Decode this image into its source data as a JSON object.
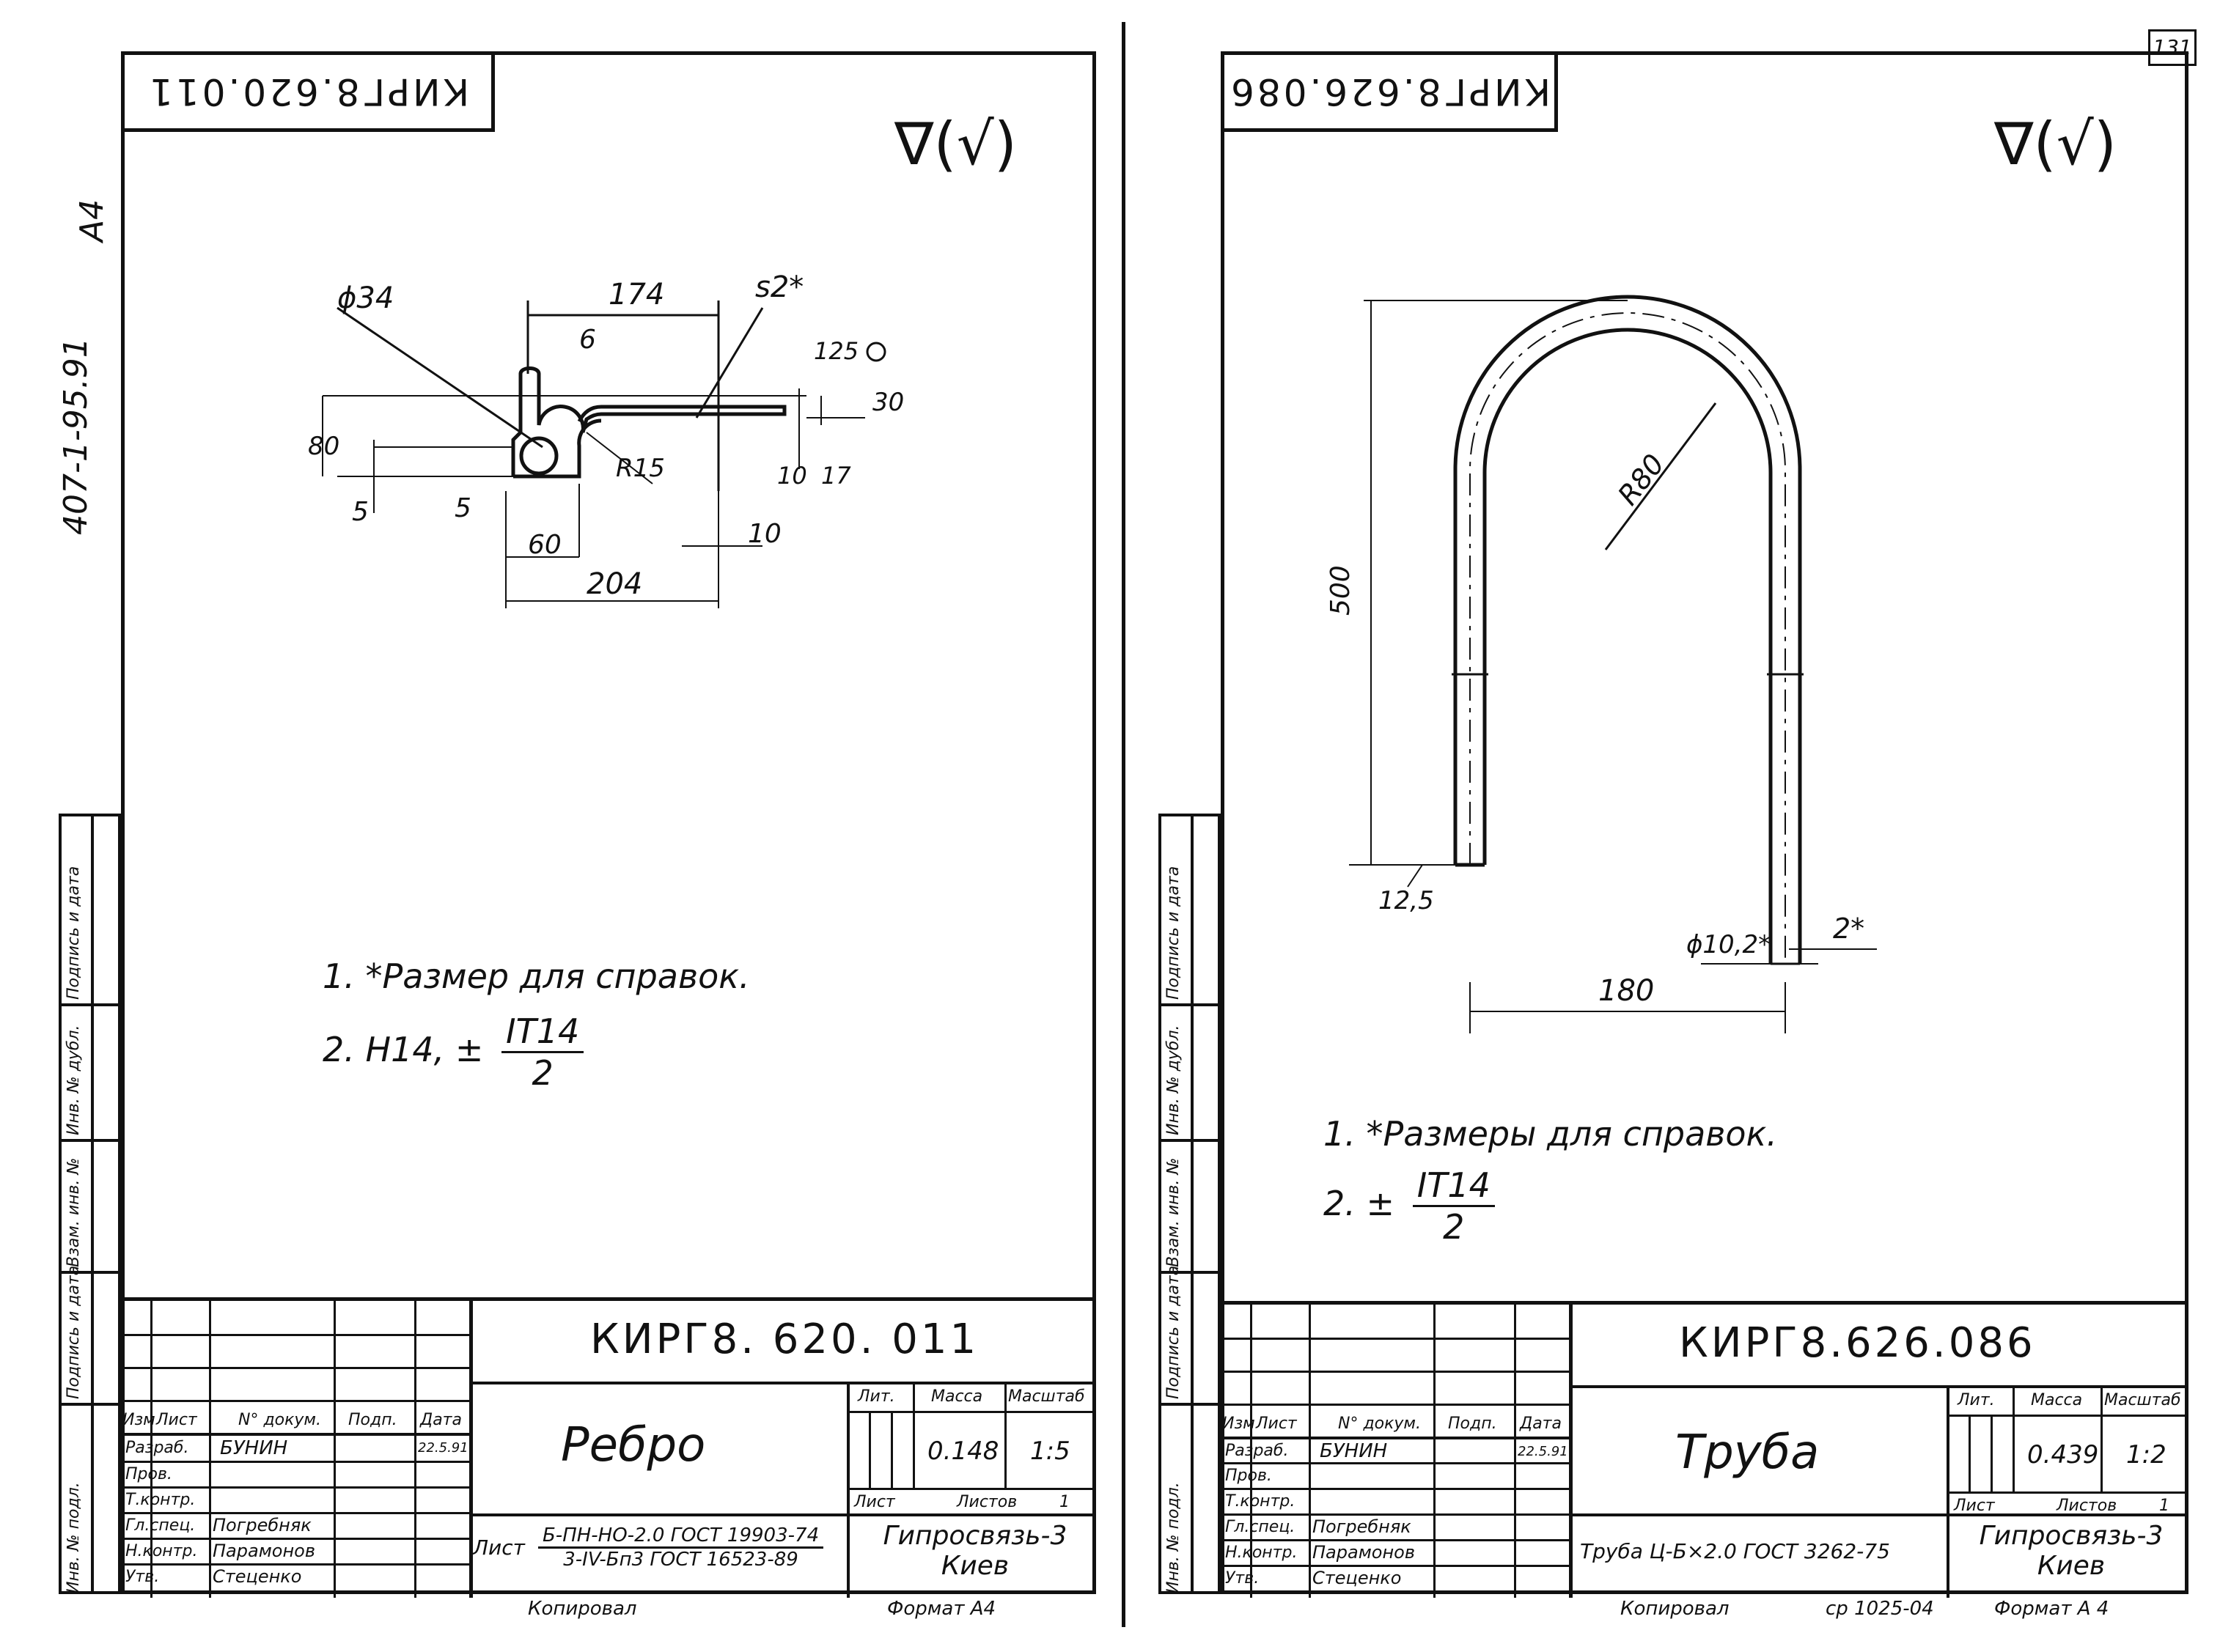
{
  "corner_page_number": "131",
  "side_doc_code": "407-1-95.91",
  "side_format": "A4",
  "side_columns": [
    "Инв. № подл.",
    "Подпись и дата",
    "Взам. инв. №",
    "Инв. № дубл.",
    "Подпись и дата"
  ],
  "left_sheet": {
    "stamp_code": "КИРГ8.620.011",
    "roughness": "∇(√)",
    "dimensions": {
      "d34": "ϕ34",
      "d174": "174",
      "s2": "s2*",
      "d6": "6",
      "d125": "125",
      "d30": "30",
      "d80": "80",
      "r15": "R15",
      "d10a": "10",
      "d17": "17",
      "d5a": "5",
      "d5b": "5",
      "d60": "60",
      "d10b": "10",
      "d204": "204"
    },
    "notes": {
      "n1": "1. *Размер для справок.",
      "n2_prefix": "2. H14, ±",
      "n2_num": "IT14",
      "n2_den": "2"
    },
    "title_block": {
      "code": "КИРГ8. 620. 011",
      "name": "Ребро",
      "hdr_izm": "Изм",
      "hdr_list": "Лист",
      "hdr_doc": "N° докум.",
      "hdr_podp": "Подп.",
      "hdr_date": "Дата",
      "r_razrab": "Разраб.",
      "razrab_name": "БУНИН",
      "razrab_date": "22.5.91",
      "r_prov": "Пров.",
      "r_tkontr": "Т.контр.",
      "r_glspec": "Гл.спец.",
      "glspec_name": "Погребняк",
      "r_nkontr": "Н.контр.",
      "nkontr_name": "Парамонов",
      "r_utv": "Утв.",
      "utv_name": "Стеценко",
      "lit_label": "Лит.",
      "massa_label": "Масса",
      "masshtab_label": "Масштаб",
      "massa": "0.148",
      "masshtab": "1:5",
      "list_label": "Лист",
      "listov_label": "Листов",
      "listov": "1",
      "material_prefix": "Лист",
      "material_num": "Б-ПН-НО-2.0 ГОСТ 19903-74",
      "material_den": "3-IV-Бп3 ГОСТ 16523-89",
      "org_line1": "Гипросвязь-3",
      "org_line2": "Киев"
    },
    "bottom_left": "Копировал",
    "bottom_right": "Формат  А4"
  },
  "right_sheet": {
    "stamp_code": "КИРГ8.626.086",
    "roughness": "∇(√)",
    "dimensions": {
      "d500": "500",
      "r80": "R80",
      "d125": "12,5",
      "d180": "180",
      "d102": "ϕ10,2*",
      "d2": "2*"
    },
    "notes": {
      "n1": "1. *Размеры для справок.",
      "n2_prefix": "2. ±",
      "n2_num": "IT14",
      "n2_den": "2"
    },
    "title_block": {
      "code": "КИРГ8.626.086",
      "name": "Труба",
      "hdr_izm": "Изм",
      "hdr_list": "Лист",
      "hdr_doc": "N° докум.",
      "hdr_podp": "Подп.",
      "hdr_date": "Дата",
      "r_razrab": "Разраб.",
      "razrab_name": "БУНИН",
      "razrab_date": "22.5.91",
      "r_prov": "Пров.",
      "r_tkontr": "Т.контр.",
      "r_glspec": "Гл.спец.",
      "glspec_name": "Погребняк",
      "r_nkontr": "Н.контр.",
      "nkontr_name": "Парамонов",
      "r_utv": "Утв.",
      "utv_name": "Стеценко",
      "lit_label": "Лит.",
      "massa_label": "Масса",
      "masshtab_label": "Масштаб",
      "massa": "0.439",
      "masshtab": "1:2",
      "list_label": "Лист",
      "listov_label": "Листов",
      "listov": "1",
      "material": "Труба Ц-Б×2.0 ГОСТ 3262-75",
      "org_line1": "Гипросвязь-3",
      "org_line2": "Киев"
    },
    "bottom_left": "Копировал",
    "bottom_mid": "ср 1025-04",
    "bottom_right": "Формат  А 4"
  }
}
